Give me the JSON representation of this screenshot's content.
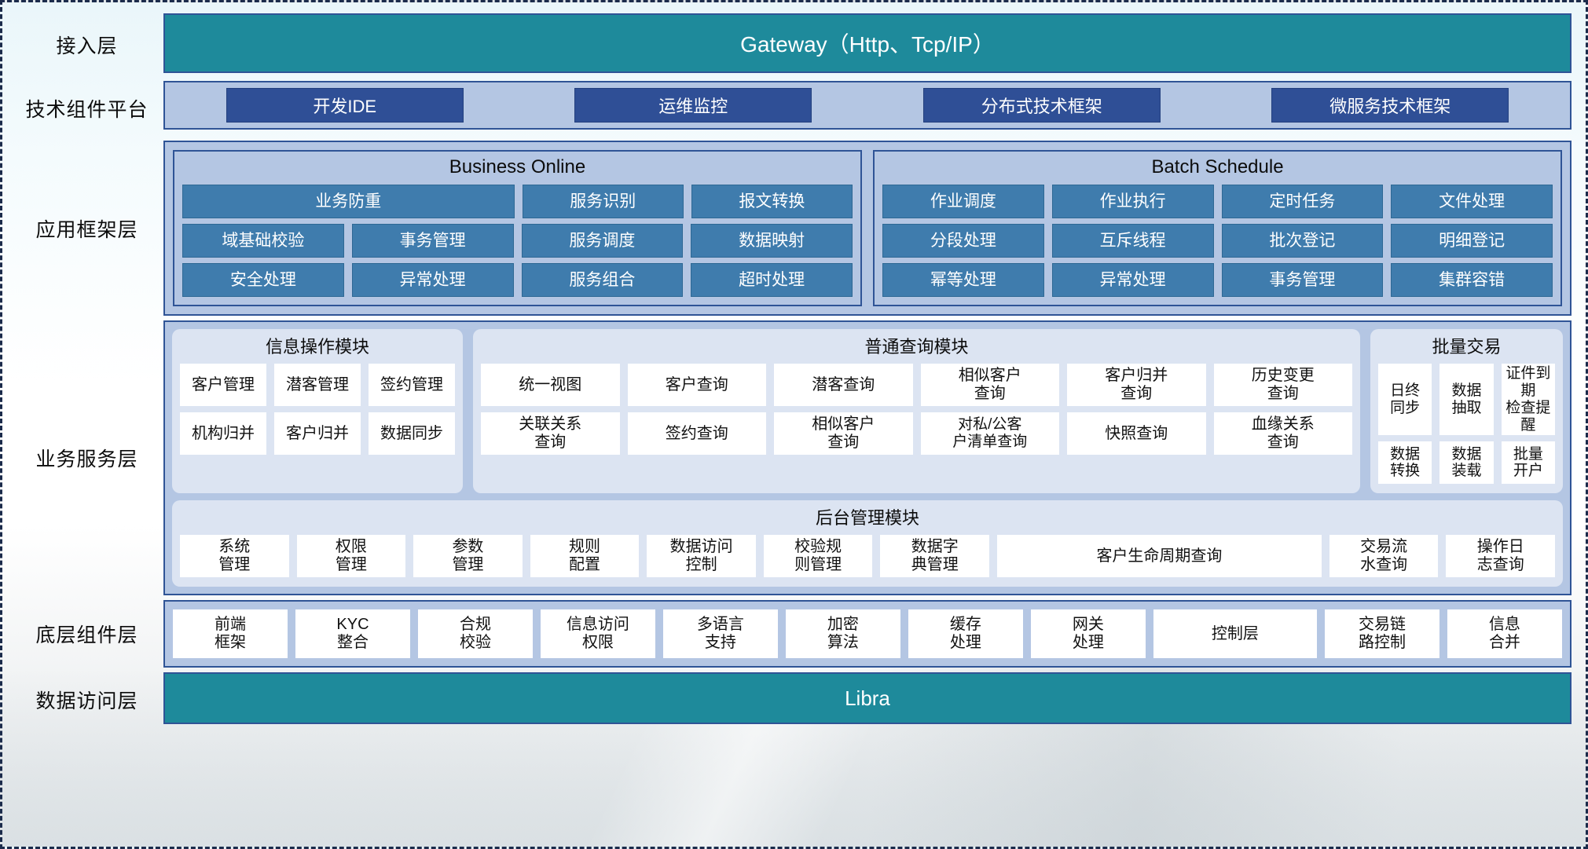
{
  "layers": [
    {
      "label": "接入层"
    },
    {
      "label": "技术组件平台"
    },
    {
      "label": "应用框架层"
    },
    {
      "label": "业务服务层"
    },
    {
      "label": "底层组件层"
    },
    {
      "label": "数据访问层"
    }
  ],
  "access_layer": {
    "gateway_label": "Gateway（Http、Tcp/IP）"
  },
  "tech_platform": {
    "items": [
      {
        "label": "开发IDE"
      },
      {
        "label": "运维监控"
      },
      {
        "label": "分布式技术框架"
      },
      {
        "label": "微服务技术框架"
      }
    ]
  },
  "app_framework": {
    "groups": [
      {
        "title": "Business Online",
        "rows": [
          [
            {
              "label": "业务防重",
              "span": 2
            },
            {
              "label": "服务识别"
            },
            {
              "label": "报文转换"
            }
          ],
          [
            {
              "label": "域基础校验"
            },
            {
              "label": "事务管理"
            },
            {
              "label": "服务调度"
            },
            {
              "label": "数据映射"
            }
          ],
          [
            {
              "label": "安全处理"
            },
            {
              "label": "异常处理"
            },
            {
              "label": "服务组合"
            },
            {
              "label": "超时处理"
            }
          ]
        ]
      },
      {
        "title": "Batch Schedule",
        "rows": [
          [
            {
              "label": "作业调度"
            },
            {
              "label": "作业执行"
            },
            {
              "label": "定时任务"
            },
            {
              "label": "文件处理"
            }
          ],
          [
            {
              "label": "分段处理"
            },
            {
              "label": "互斥线程"
            },
            {
              "label": "批次登记"
            },
            {
              "label": "明细登记"
            }
          ],
          [
            {
              "label": "幂等处理"
            },
            {
              "label": "异常处理"
            },
            {
              "label": "事务管理"
            },
            {
              "label": "集群容错"
            }
          ]
        ]
      }
    ]
  },
  "business_service": {
    "modules": [
      {
        "title": "信息操作模块",
        "rows": [
          [
            {
              "label": "客户管理"
            },
            {
              "label": "潜客管理"
            },
            {
              "label": "签约管理"
            }
          ],
          [
            {
              "label": "机构归并"
            },
            {
              "label": "客户归并"
            },
            {
              "label": "数据同步"
            }
          ]
        ]
      },
      {
        "title": "普通查询模块",
        "rows": [
          [
            {
              "label": "统一视图"
            },
            {
              "label": "客户查询"
            },
            {
              "label": "潜客查询"
            },
            {
              "label": "相似客户\n查询"
            },
            {
              "label": "客户归并\n查询"
            },
            {
              "label": "历史变更\n查询"
            }
          ],
          [
            {
              "label": "关联关系\n查询"
            },
            {
              "label": "签约查询"
            },
            {
              "label": "相似客户\n查询"
            },
            {
              "label": "对私/公客\n户清单查询"
            },
            {
              "label": "快照查询"
            },
            {
              "label": "血缘关系\n查询"
            }
          ]
        ]
      },
      {
        "title": "批量交易",
        "rows": [
          [
            {
              "label": "日终\n同步"
            },
            {
              "label": "数据\n抽取"
            },
            {
              "label": "证件到期\n检查提醒"
            }
          ],
          [
            {
              "label": "数据\n转换"
            },
            {
              "label": "数据\n装载"
            },
            {
              "label": "批量\n开户"
            }
          ]
        ]
      }
    ],
    "admin_module": {
      "title": "后台管理模块",
      "items": [
        {
          "label": "系统\n管理"
        },
        {
          "label": "权限\n管理"
        },
        {
          "label": "参数\n管理"
        },
        {
          "label": "规则\n配置"
        },
        {
          "label": "数据访问\n控制"
        },
        {
          "label": "校验规\n则管理"
        },
        {
          "label": "数据字\n典管理"
        },
        {
          "label": "客户生命周期查询",
          "wide": true
        },
        {
          "label": "交易流\n水查询"
        },
        {
          "label": "操作日\n志查询"
        }
      ]
    }
  },
  "base_components": {
    "items": [
      {
        "label": "前端\n框架"
      },
      {
        "label": "KYC\n整合"
      },
      {
        "label": "合规\n校验"
      },
      {
        "label": "信息访问\n权限"
      },
      {
        "label": "多语言\n支持"
      },
      {
        "label": "加密\n算法"
      },
      {
        "label": "缓存\n处理"
      },
      {
        "label": "网关\n处理"
      },
      {
        "label": "控制层",
        "wide": true
      },
      {
        "label": "交易链\n路控制"
      },
      {
        "label": "信息\n合并"
      }
    ]
  },
  "data_access": {
    "label": "Libra"
  },
  "colors": {
    "teal": "#1e8a9b",
    "band_blue": "#b4c6e3",
    "chip_dark_blue": "#2f4f96",
    "chip_mid_blue": "#3f7cad",
    "module_bg": "#dce4f2",
    "border_blue": "#2f5496",
    "cell_white": "#ffffff"
  }
}
